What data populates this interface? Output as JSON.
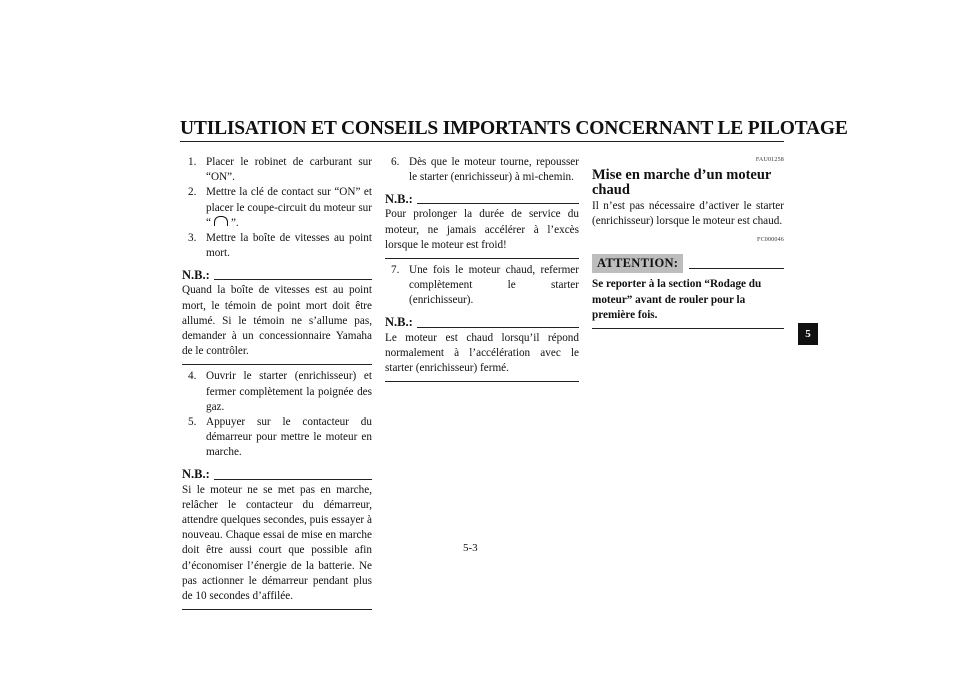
{
  "header": {
    "title": "UTILISATION ET CONSEILS IMPORTANTS CONCERNANT LE PILOTAGE"
  },
  "col1": {
    "steps_a": [
      {
        "num": "1.",
        "text": "Placer le robinet de carburant sur “ON”."
      },
      {
        "num": "2.",
        "text_before": "Mettre la clé de contact sur “ON” et placer le coupe-circuit du moteur sur “",
        "text_after": "”."
      },
      {
        "num": "3.",
        "text": "Mettre la boîte de vitesses au point mort."
      }
    ],
    "note1": {
      "label": "N.B.:",
      "text": "Quand la boîte de vitesses est au point mort, le témoin de point mort doit être allumé. Si le témoin ne s’allume pas, demander à un concessionnaire Yamaha de le contrôler."
    },
    "steps_b": [
      {
        "num": "4.",
        "text": "Ouvrir le starter (enrichisseur) et fermer complètement la poignée des gaz."
      },
      {
        "num": "5.",
        "text": "Appuyer sur le contacteur du démarreur pour mettre le moteur en marche."
      }
    ],
    "note2": {
      "label": "N.B.:",
      "text": "Si le moteur ne se met pas en marche, relâcher le contacteur du démarreur, attendre quelques secondes, puis essayer à nouveau. Chaque essai de mise en marche doit être aussi court que possible afin d’économiser l’énergie de la batterie. Ne pas actionner le démarreur pendant plus de 10 secondes d’affilée."
    }
  },
  "col2": {
    "step6": {
      "num": "6.",
      "text": "Dès que le moteur tourne, repousser le starter (enrichisseur) à mi-chemin."
    },
    "note3": {
      "label": "N.B.:",
      "text": "Pour prolonger la durée de service du moteur, ne jamais accélérer à l’excès lorsque le moteur est froid!"
    },
    "step7": {
      "num": "7.",
      "text": "Une fois le moteur chaud, refermer complètement le starter (enrichisseur)."
    },
    "note4": {
      "label": "N.B.:",
      "text": "Le moteur est chaud lorsqu’il répond normalement à l’accélération avec le starter (enrichisseur) fermé."
    }
  },
  "col3": {
    "ref1": "FAU01258",
    "heading": "Mise en marche d’un moteur chaud",
    "body": "Il n’est pas nécessaire d’activer le starter (enrichisseur) lorsque le moteur est chaud.",
    "ref2": "FC000046",
    "attention_label": "ATTENTION:",
    "attention_text": "Se reporter à la section “Rodage du moteur” avant de rouler pour la première fois."
  },
  "side_tab": "5",
  "page_number": "5-3",
  "icons": {
    "engine_stop_switch": "run-symbol-icon"
  }
}
